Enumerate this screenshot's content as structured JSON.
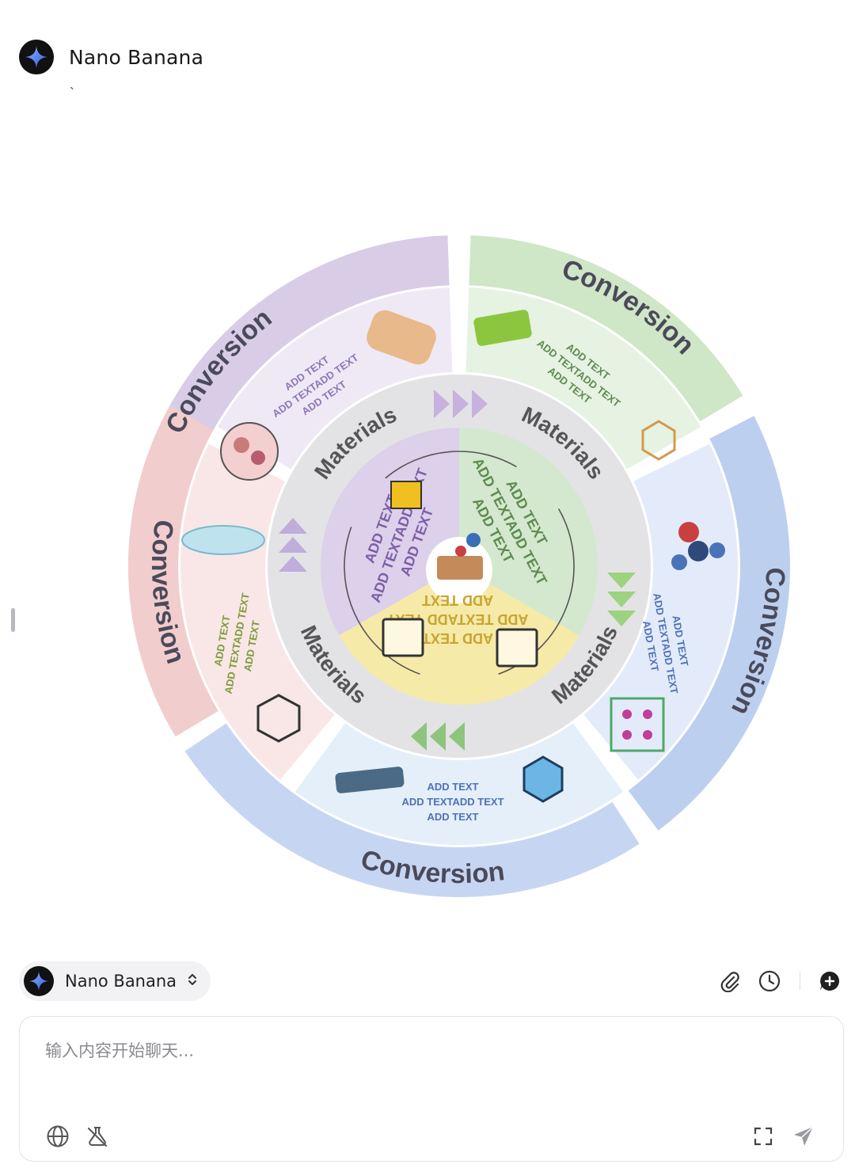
{
  "app": {
    "name": "Nano Banana",
    "stray_mark": "`"
  },
  "figure": {
    "center_labels": [
      "ADD TEXT",
      "ADD TEXTADD TEXT",
      "ADD TEXT"
    ],
    "materials_label": "Materials",
    "conversion_label": "Conversion",
    "outer_labels": [
      "ADD TEXT",
      "ADD TEXTADD TEXT",
      "ADD TEXT"
    ]
  },
  "composer": {
    "model_label": "Nano Banana",
    "placeholder": "输入内容开始聊天..."
  },
  "icons": {
    "logo": "sparkle-star-icon",
    "caret": "updown-caret-icon",
    "attach": "paperclip-icon",
    "history": "clock-icon",
    "new_chat": "plus-circle-icon",
    "web": "globe-icon",
    "tool": "flask-icon",
    "expand": "expand-icon",
    "send": "send-icon"
  },
  "colors": {
    "purple": "#d9cce6",
    "green": "#cfe6c7",
    "blue": "#bccfef",
    "pink": "#f2cdcd",
    "yellow": "#f5eaa8"
  }
}
